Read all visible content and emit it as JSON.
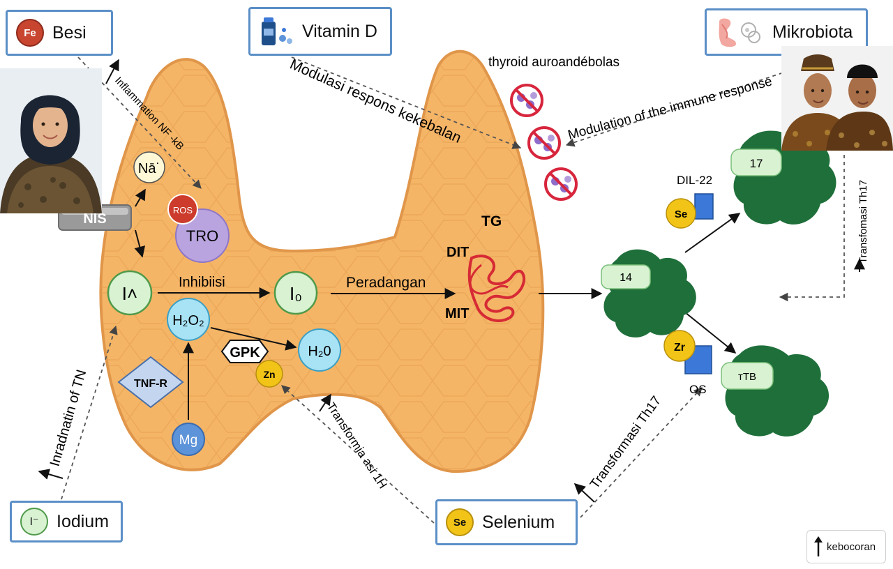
{
  "factors": {
    "besi": {
      "label": "Besi",
      "symbol": "Fe",
      "color": "#c8452f"
    },
    "vitamin_d": {
      "label": "Vitamin D"
    },
    "mikrobiota": {
      "label": "Mikrobiota"
    },
    "iodium": {
      "label": "Iodium",
      "symbol": "I⁻"
    },
    "selenium": {
      "label": "Selenium",
      "symbol": "Se"
    }
  },
  "annotations": {
    "inflammation": "Inflammation NF -kB",
    "modulasi": "Modulasi respons kekebalan",
    "modulation_en": "Modulation of the immune response",
    "autoantibodies": "thyroid auroandébolas",
    "inradnatin": "Inradnatin of TN",
    "transformia": "Transformia asi 1H",
    "transformasi_se": "Transformasi Th17",
    "transformasi_right": "Transfomasi Th17"
  },
  "gland": {
    "na": "Nā˙",
    "nis": "NIS",
    "ros": "ROS",
    "tro": "TRO",
    "iodide": "I˄",
    "inhibisi": "Inhibiisi",
    "i0": "I₀",
    "peradangan": "Peradangan",
    "h2o2": "H₂O₂",
    "h2o": "H₂0",
    "gpk": "GPK",
    "zn": "Zn",
    "tnfr": "TNF-R",
    "mg": "Mɡ",
    "tg": "TG",
    "dit": "DIT",
    "mit": "MIT"
  },
  "cells": {
    "th14": "14",
    "th17": "17",
    "treg": "ᴛTB",
    "dil22": "DIL-22",
    "se": "Se",
    "zr": "Zr",
    "os": "OS"
  },
  "legend": {
    "text": "kebocoran"
  },
  "colors": {
    "gland_fill": "#f5b567",
    "gland_stroke": "#e0964a",
    "cell_green": "#1f6f3a",
    "box_border": "#5b8fc7",
    "arrow": "#111111",
    "dashed": "#555555",
    "zinc_selenium": "#f2c418",
    "receptor_blue": "#3b78d8"
  }
}
